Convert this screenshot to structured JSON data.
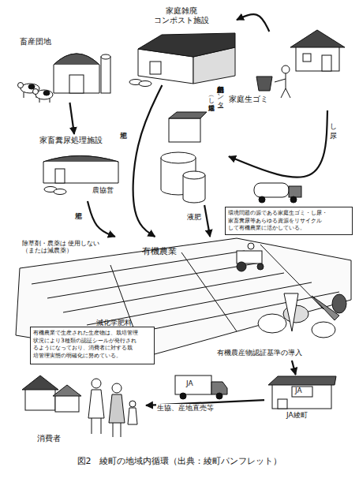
{
  "diagram": {
    "caption": "図2　綾町の地域内循環（出典：綾町パンフレット）",
    "nodes": [
      {
        "text": [
          "畜産団地"
        ]
      },
      {
        "text": [
          "家庭雑廃 コンポスト施設"
        ]
      },
      {
        "text": [
          "家庭生ゴミ"
        ]
      },
      {
        "text": [
          "家畜糞尿処理施設",
          "農協営"
        ]
      },
      {
        "text": [
          "自給肥料供給センター",
          "（し尿処理場）"
        ]
      },
      {
        "text": [
          "環境問題の源である家庭生ゴミ・し尿・ 家畜糞尿等あらゆる資源をリサイクル して有機農業に活かしている。"
        ]
      },
      {
        "text": [
          "有機農業"
        ]
      },
      {
        "text": [
          "有機農業で生産された生産物は、栽培管理 状況により3種類の認証シールが発行され るようになっており、消費者に対する栽 培管理実態の明確化に努めている。"
        ]
      },
      {
        "text": [
          "有機農産物認証基準の導入"
        ]
      },
      {
        "text": [
          "JA綾町"
        ]
      },
      {
        "text": [
          "消費者"
        ]
      }
    ],
    "edges": [
      {
        "from": 0,
        "to": 3,
        "arrow": "to"
      },
      {
        "from": 2,
        "to": 1,
        "arrow": "to"
      },
      {
        "from": 2,
        "to": 4,
        "label": "し尿",
        "arrow": "to"
      },
      {
        "from": 3,
        "to": 6,
        "label": "堆肥",
        "arrow": "to"
      },
      {
        "from": 1,
        "to": 6,
        "label": "堆肥",
        "arrow": "to"
      },
      {
        "from": 4,
        "to": 6,
        "label": "液肥",
        "arrow": "to"
      },
      {
        "from": 8,
        "to": 9,
        "arrow": "to"
      },
      {
        "from": 9,
        "to": 10,
        "label": "生協、産地直売等",
        "arrow": "to"
      }
    ],
    "labels": [
      "除草剤・農薬は 使用しない（または減農薬）",
      "減化学肥料",
      "JA",
      "JA"
    ]
  }
}
